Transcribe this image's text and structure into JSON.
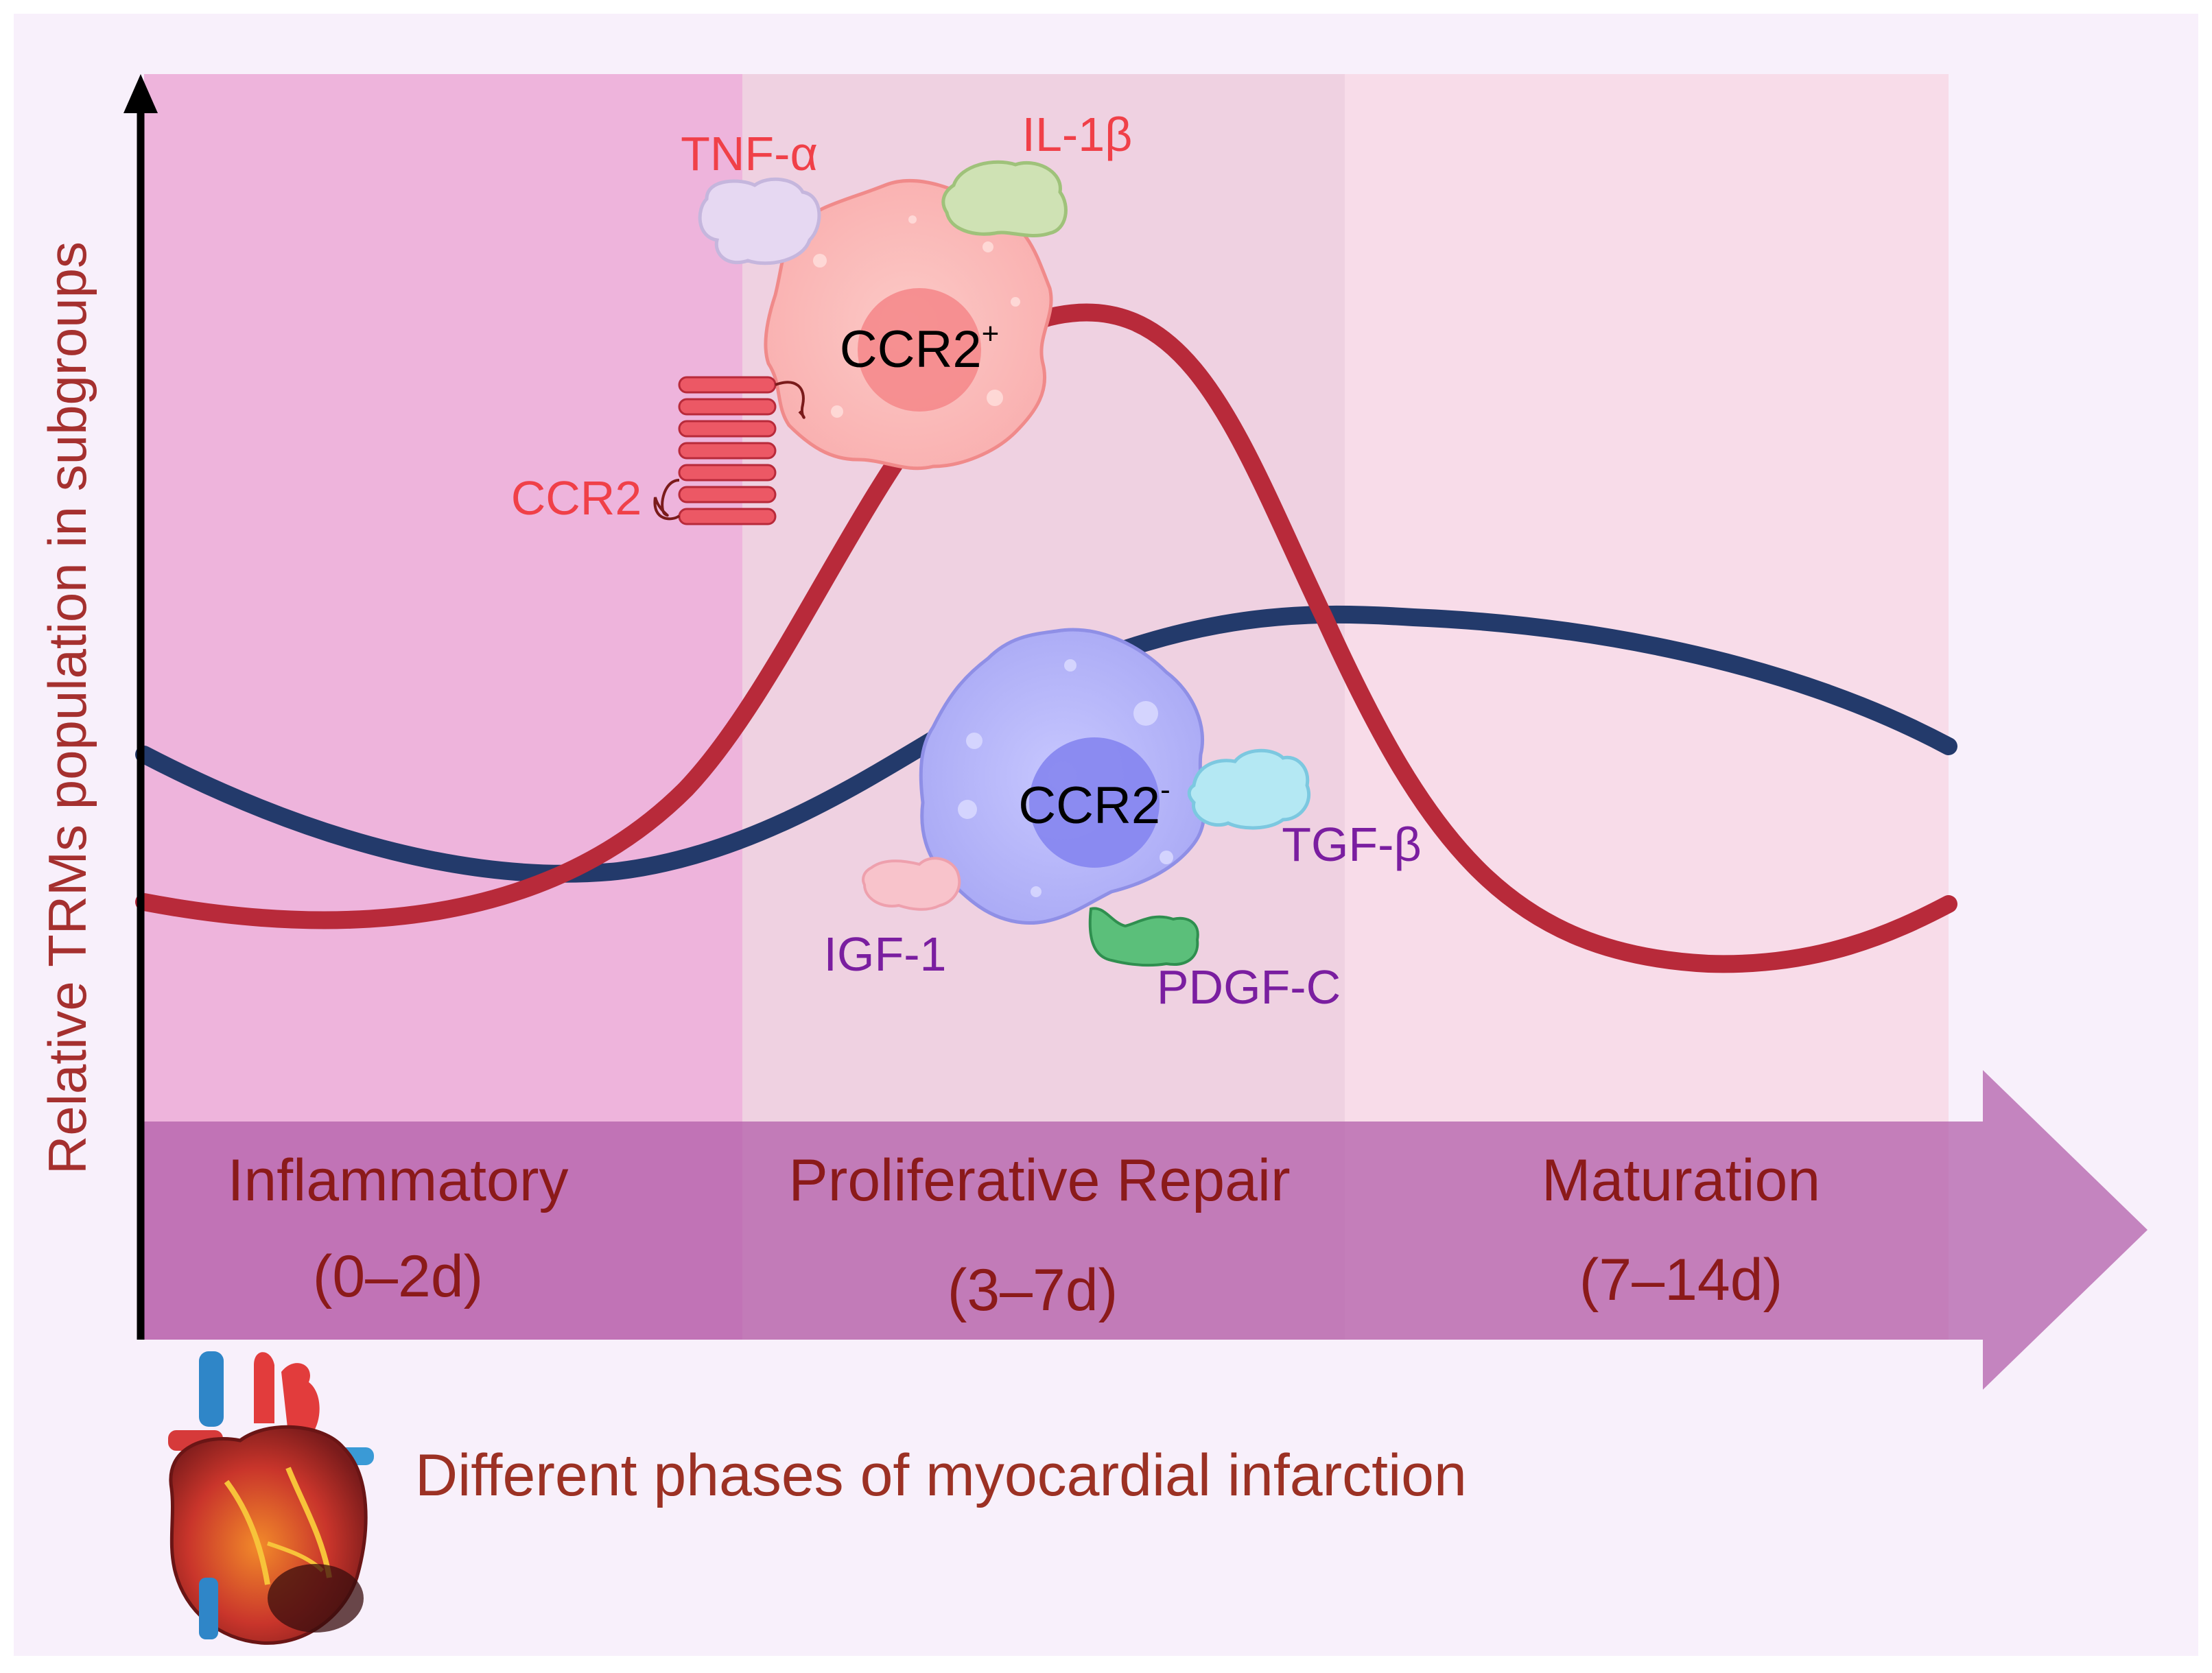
{
  "axis": {
    "ylabel": "Relative TRMs population in  subgroups",
    "xlabel": "Different phases of myocardial infarction"
  },
  "phases": [
    {
      "name": "Inflammatory",
      "range": "(0–2d)"
    },
    {
      "name": "Proliferative Repair",
      "range": "(3–7d)"
    },
    {
      "name": "Maturation",
      "range": "(7–14d)"
    }
  ],
  "cells": {
    "ccr2_pos": {
      "label": "CCR2",
      "sup": "+"
    },
    "ccr2_neg": {
      "label": "CCR2",
      "sup": "-"
    }
  },
  "molecules": {
    "tnf": "TNF-α",
    "il1b": "IL-1β",
    "ccr2_receptor": "CCR2",
    "tgfb": "TGF-β",
    "igf1": "IGF-1",
    "pdgfc": "PDGF-C"
  },
  "series": [
    {
      "key": "ccr2_pos",
      "color": "#b82a3a",
      "trend": "low in inflammatory phase, peaks in proliferative repair, falls during maturation"
    },
    {
      "key": "ccr2_neg",
      "color": "#233a6b",
      "trend": "dips in inflammatory phase, rises to plateau in maturation"
    }
  ],
  "colors": {
    "background": "#f8f0fb",
    "phase1": "#eeb4dc",
    "phase2": "#efd1e1",
    "phase3": "#f8dce9",
    "arrow": "#b05aa7",
    "phase_text": "#8b1a1a",
    "axis_label": "#a5302f",
    "xlabel": "#9c3124",
    "red_text": "#f04048",
    "purple_text": "#7a1ea0"
  }
}
